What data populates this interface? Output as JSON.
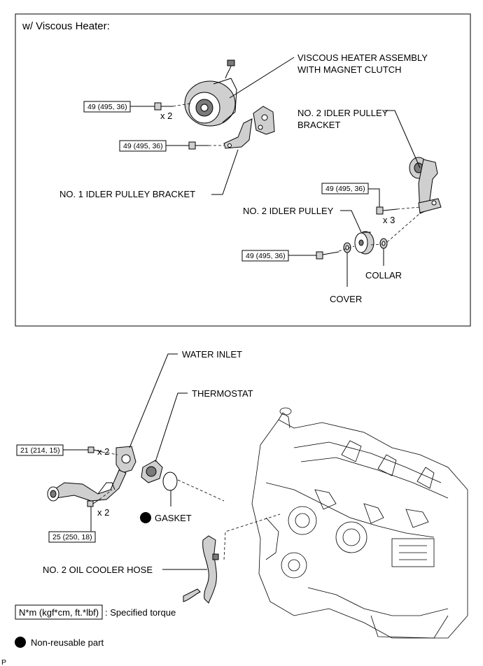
{
  "section_title": "w/ Viscous Heater:",
  "labels": {
    "viscous_heater_1": "VISCOUS HEATER ASSEMBLY",
    "viscous_heater_2": "WITH MAGNET CLUTCH",
    "idler2_bracket_1": "NO. 2 IDLER PULLEY",
    "idler2_bracket_2": "BRACKET",
    "idler1_bracket": "NO. 1 IDLER PULLEY BRACKET",
    "idler2_pulley": "NO. 2 IDLER PULLEY",
    "collar": "COLLAR",
    "cover": "COVER",
    "water_inlet": "WATER INLET",
    "thermostat": "THERMOSTAT",
    "gasket": "GASKET",
    "oil_cooler_hose": "NO. 2 OIL COOLER HOSE"
  },
  "torques": {
    "t1": "49 (495, 36)",
    "t2": "49 (495, 36)",
    "t3": "49 (495, 36)",
    "t4": "49 (495, 36)",
    "t5": "21 (214, 15)",
    "t6": "25 (250, 18)"
  },
  "multipliers": {
    "m1": "x 2",
    "m2": "x 3",
    "m3": "x 2",
    "m4": "x 2"
  },
  "legend": {
    "torque_box": "N*m (kgf*cm, ft.*lbf)",
    "torque_text": ": Specified torque",
    "nonreusable_text": "Non-reusable part"
  },
  "footer_code": "P"
}
